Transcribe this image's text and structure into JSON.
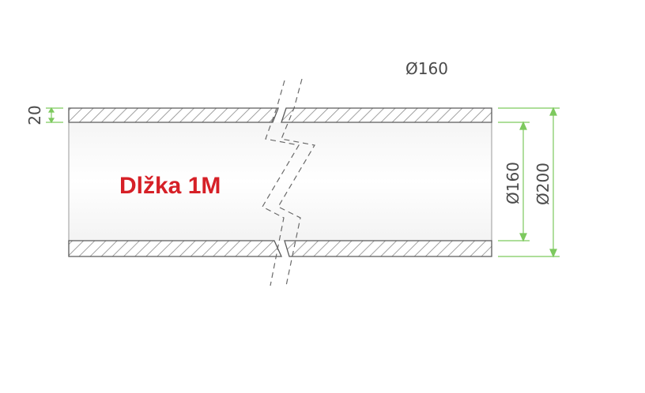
{
  "drawing": {
    "top_label": "Ø160",
    "wall_thickness": "20",
    "inner_diameter": "Ø160",
    "outer_diameter": "Ø200",
    "length_label": "Dlžka 1M"
  },
  "colors": {
    "outline": "#5a5a5a",
    "hatch": "#8a8a8a",
    "dimension_line": "#7dc95e",
    "label": "#d62027",
    "dim_text": "#4a4a4a"
  }
}
